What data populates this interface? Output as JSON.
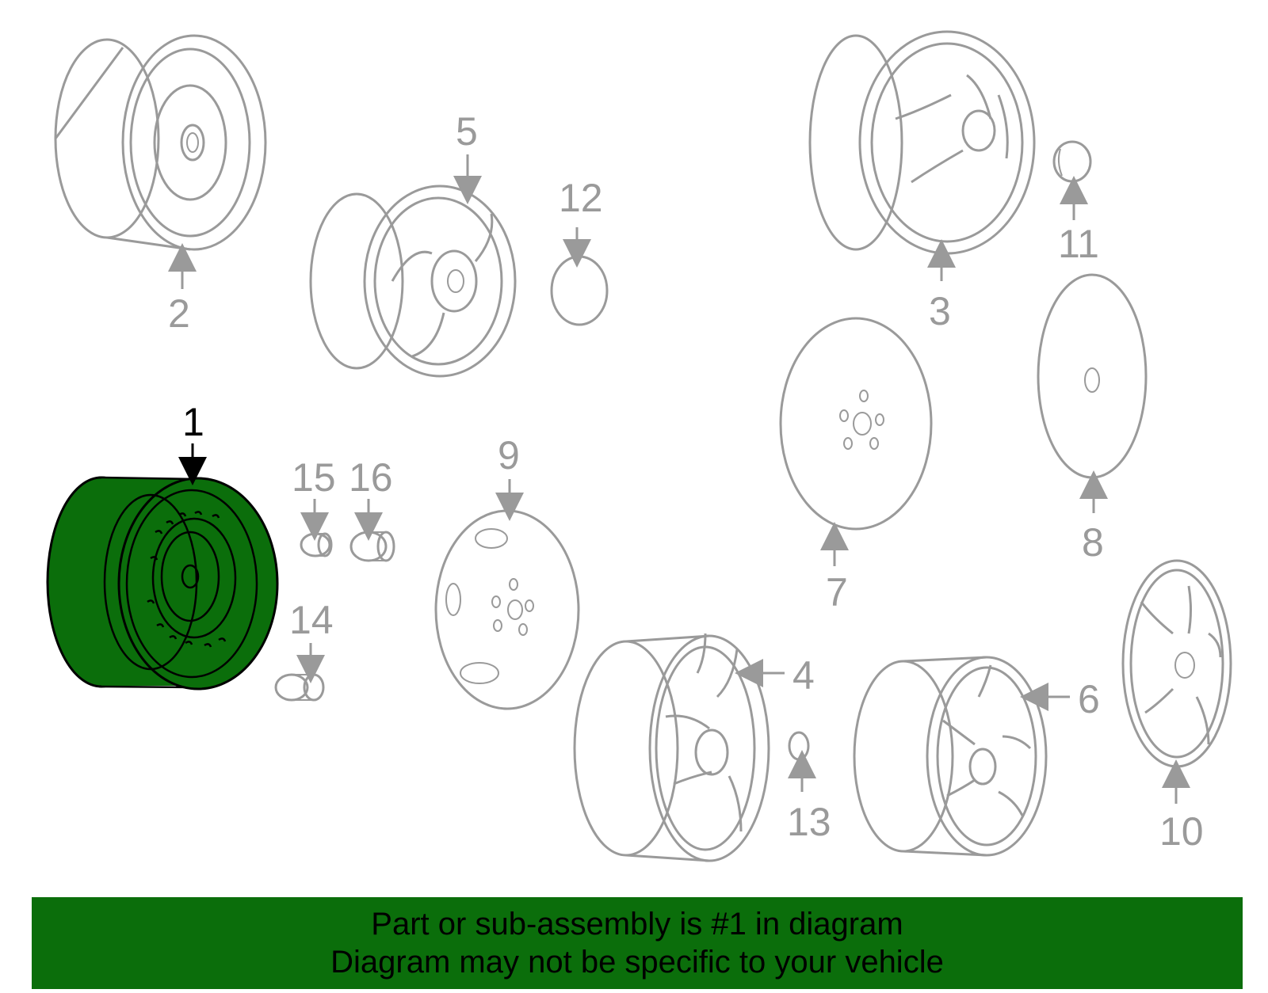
{
  "diagram": {
    "highlighted_part": "1",
    "highlight_color": "#0b6e0b",
    "part_color": "#9a9a9a",
    "labels": [
      "1",
      "2",
      "3",
      "4",
      "5",
      "6",
      "7",
      "8",
      "9",
      "10",
      "11",
      "12",
      "13",
      "14",
      "15",
      "16"
    ]
  },
  "banner": {
    "line1": "Part or sub-assembly is #1 in diagram",
    "line2": "Diagram may not be specific to your vehicle",
    "background": "#0b6e0b"
  }
}
